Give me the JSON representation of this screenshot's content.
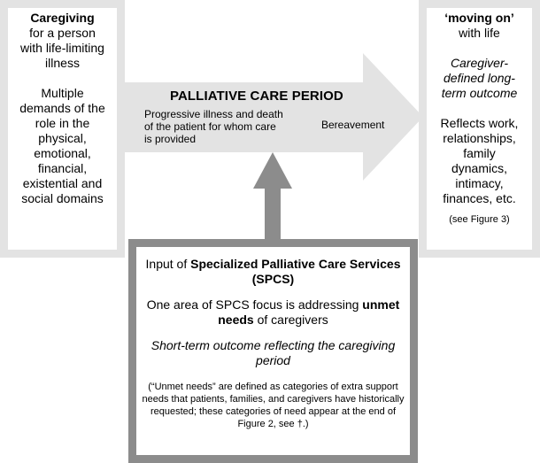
{
  "left": {
    "title": "Caregiving",
    "line1": "for a person",
    "line2": "with life-limiting",
    "line3": "illness",
    "demands1": "Multiple",
    "demands2": "demands of the",
    "demands3": "role in the",
    "demands4": "physical,",
    "demands5": "emotional,",
    "demands6": "financial,",
    "demands7": "existential and",
    "demands8": "social domains"
  },
  "right": {
    "title": "‘moving on’",
    "title2": "with life",
    "outcome1": "Caregiver-",
    "outcome2": "defined long-",
    "outcome3": "term outcome",
    "reflects1": "Reflects work,",
    "reflects2": "relationships,",
    "reflects3": "family",
    "reflects4": "dynamics,",
    "reflects5": "intimacy,",
    "reflects6": "finances, etc.",
    "see_fig": "(see Figure 3)"
  },
  "arrow": {
    "title": "PALLIATIVE CARE PERIOD",
    "desc": "Progressive illness and death of the patient for whom care is provided",
    "bereavement": "Bereavement"
  },
  "bottom": {
    "input_prefix": "Input of ",
    "input_bold": "Specialized Palliative Care Services (SPCS)",
    "focus_prefix": "One area of SPCS focus is addressing ",
    "focus_bold": "unmet needs",
    "focus_suffix": " of caregivers",
    "short_term": "Short-term outcome reflecting the caregiving period",
    "note": "(“Unmet needs” are defined as categories of extra support needs that patients, families, and caregivers have historically requested; these categories of need appear at the end of Figure 2, see †.)"
  },
  "colors": {
    "frame_light": "#e3e3e3",
    "frame_dark": "#8c8c8c",
    "arrow_light": "#e3e3e3",
    "arrow_dark": "#8c8c8c"
  }
}
